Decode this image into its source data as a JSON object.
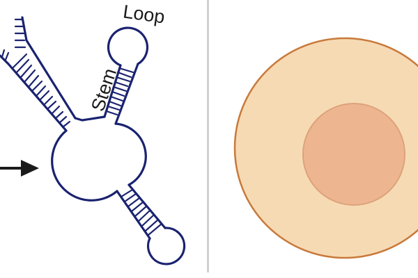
{
  "left_panel": {
    "labels": {
      "loop": "Loop",
      "stem": "Stem"
    },
    "structure": "RNA secondary structure: multiloop with three stems and two hairpin loops",
    "arrow": "right-arrow"
  },
  "right_panel": {
    "structure": "cell with nucleus"
  },
  "colors": {
    "rna_stroke": "#1a2270",
    "arrow": "#1a1a1a",
    "divider": "#cfcfcf",
    "cell_fill": "#f6dab4",
    "cell_stroke": "#c8793a",
    "nucleus_fill": "#eeb690",
    "nucleus_stroke": "#dca27a",
    "background": "#ffffff"
  }
}
